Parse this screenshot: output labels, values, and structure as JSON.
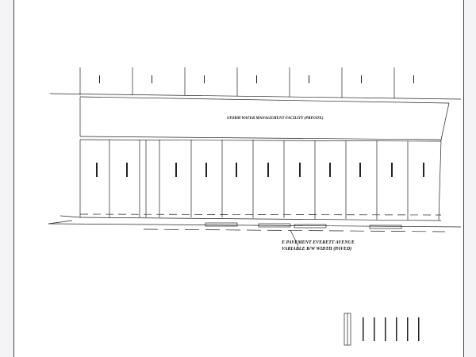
{
  "document": {
    "type": "survey plat",
    "facility_label": "STORM WATER MANAGEMENT FACILITY (PRIVATE)",
    "road_name": "E PAVEMENT EVERETT AVENUE",
    "road_width": "VARIABLE R/W WIDTH (PAVED)",
    "lot_count": 11,
    "notes_count": 6
  }
}
